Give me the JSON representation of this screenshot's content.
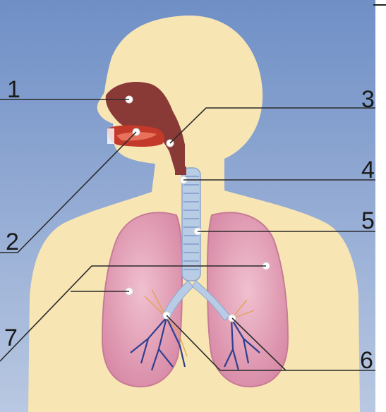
{
  "diagram": {
    "labels": [
      "1",
      "2",
      "3",
      "4",
      "5",
      "6",
      "7"
    ]
  },
  "colors": {
    "background_top": "#6f8fc6",
    "background_bottom": "#b9c8e2",
    "skin": "#f7e5b4",
    "nasal_cavity": "#8a3a36",
    "oral_cavity": "#c43a2a",
    "trachea": "#b9cce6",
    "lungs": "#e1a0b8",
    "bronchi": "#2f3f90",
    "leader_line": "#2a2a2a"
  }
}
